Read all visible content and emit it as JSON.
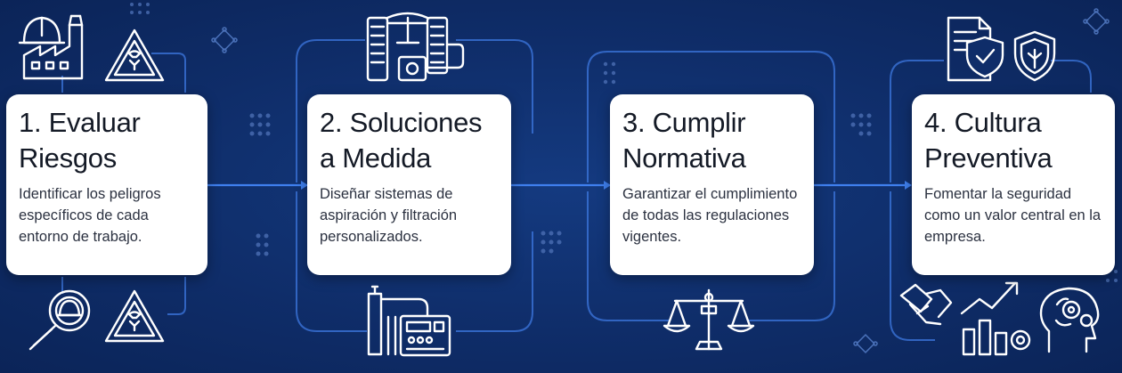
{
  "steps": [
    {
      "title": "1. Evaluar Riesgos",
      "description": "Identificar los peligros específicos de cada entorno de trabajo."
    },
    {
      "title": "2. Soluciones a Medida",
      "description": "Diseñar sistemas de aspiración y filtración personalizados."
    },
    {
      "title": "3. Cumplir Normativa",
      "description": "Garantizar el cumplimiento de todas las regulaciones vigentes."
    },
    {
      "title": "4. Cultura Preventiva",
      "description": "Fomentar la seguridad como un valor central en la empresa."
    }
  ],
  "icons": {
    "step1": [
      "factory-icon",
      "hazard-warning-icon",
      "magnifier-helmet-icon",
      "hazard-warning-icon"
    ],
    "step2": [
      "filtration-system-icon",
      "aspiration-machine-icon"
    ],
    "step3": [
      "balance-scale-icon"
    ],
    "step4": [
      "document-shield-icon",
      "shield-icon",
      "handshake-icon",
      "growth-chart-icon",
      "brain-gears-icon"
    ]
  },
  "colors": {
    "background": "#0e2a63",
    "line": "#3d78e0",
    "icon": "#ffffff",
    "card": "#ffffff"
  }
}
